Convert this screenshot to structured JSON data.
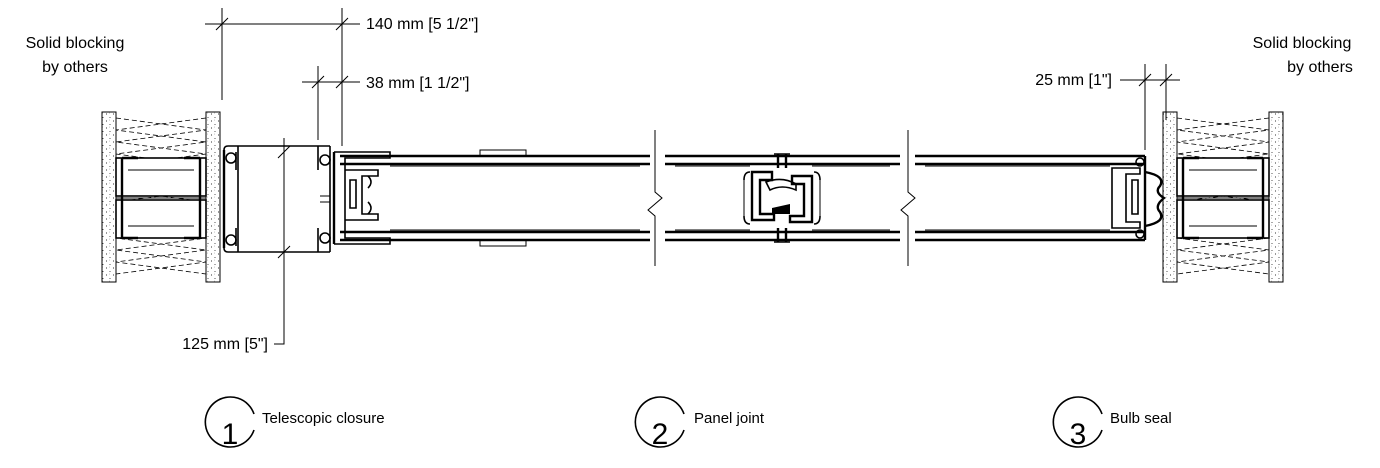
{
  "labels": {
    "left_blocking": [
      "Solid blocking",
      "by others"
    ],
    "right_blocking": [
      "Solid blocking",
      "by others"
    ]
  },
  "dimensions": {
    "d140": "140 mm [5 1/2\"]",
    "d38": "38 mm [1 1/2\"]",
    "d125": "125 mm [5\"]",
    "d25": "25 mm [1\"]"
  },
  "callouts": [
    {
      "number": "1",
      "caption": "Telescopic closure"
    },
    {
      "number": "2",
      "caption": "Panel joint"
    },
    {
      "number": "3",
      "caption": "Bulb seal"
    }
  ]
}
